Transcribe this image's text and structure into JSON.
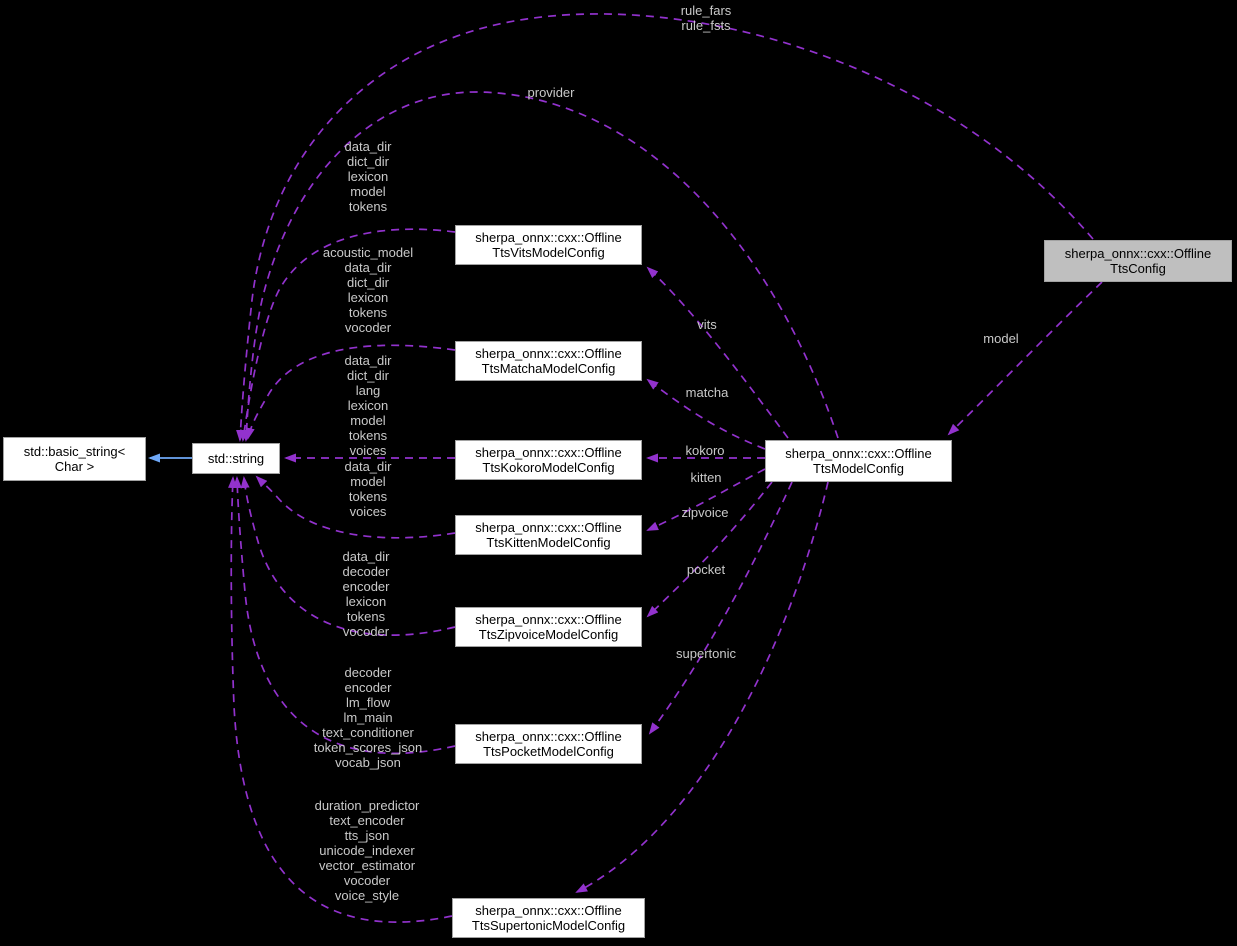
{
  "colors": {
    "background": "#000000",
    "edge": "#9232cd",
    "inherit": "#6ea8f7",
    "label": "#c9c9c9",
    "node_bg": "#ffffff",
    "node_border": "#a2a2a2",
    "node_selected_bg": "#bfbfbf",
    "node_text": "#000000"
  },
  "nodes": {
    "basic_string": {
      "label": "std::basic_string<\nChar >"
    },
    "std_string": {
      "label": "std::string"
    },
    "vits": {
      "label": "sherpa_onnx::cxx::Offline\nTtsVitsModelConfig"
    },
    "matcha": {
      "label": "sherpa_onnx::cxx::Offline\nTtsMatchaModelConfig"
    },
    "kokoro": {
      "label": "sherpa_onnx::cxx::Offline\nTtsKokoroModelConfig"
    },
    "kitten": {
      "label": "sherpa_onnx::cxx::Offline\nTtsKittenModelConfig"
    },
    "zipvoice": {
      "label": "sherpa_onnx::cxx::Offline\nTtsZipvoiceModelConfig"
    },
    "pocket": {
      "label": "sherpa_onnx::cxx::Offline\nTtsPocketModelConfig"
    },
    "supertonic": {
      "label": "sherpa_onnx::cxx::Offline\nTtsSupertonicModelConfig"
    },
    "model_config": {
      "label": "sherpa_onnx::cxx::Offline\nTtsModelConfig"
    },
    "tts_config": {
      "label": "sherpa_onnx::cxx::Offline\nTtsConfig"
    }
  },
  "edge_labels": {
    "rule": "rule_fars\nrule_fsts",
    "provider": "provider",
    "model": "model",
    "vits": "vits",
    "matcha": "matcha",
    "kokoro": "kokoro",
    "kitten": "kitten",
    "zipvoice": "zipvoice",
    "pocket": "pocket",
    "supertonic": "supertonic",
    "vits_members": "data_dir\ndict_dir\nlexicon\nmodel\ntokens",
    "matcha_members": "acoustic_model\ndata_dir\ndict_dir\nlexicon\ntokens\nvocoder",
    "kokoro_members": "data_dir\ndict_dir\nlang\nlexicon\nmodel\ntokens\nvoices",
    "kitten_members": "data_dir\nmodel\ntokens\nvoices",
    "zipvoice_members": "data_dir\ndecoder\nencoder\nlexicon\ntokens\nvocoder",
    "pocket_members": "decoder\nencoder\nlm_flow\nlm_main\ntext_conditioner\ntoken_scores_json\nvocab_json",
    "supertonic_members": "duration_predictor\ntext_encoder\ntts_json\nunicode_indexer\nvector_estimator\nvocoder\nvoice_style"
  }
}
